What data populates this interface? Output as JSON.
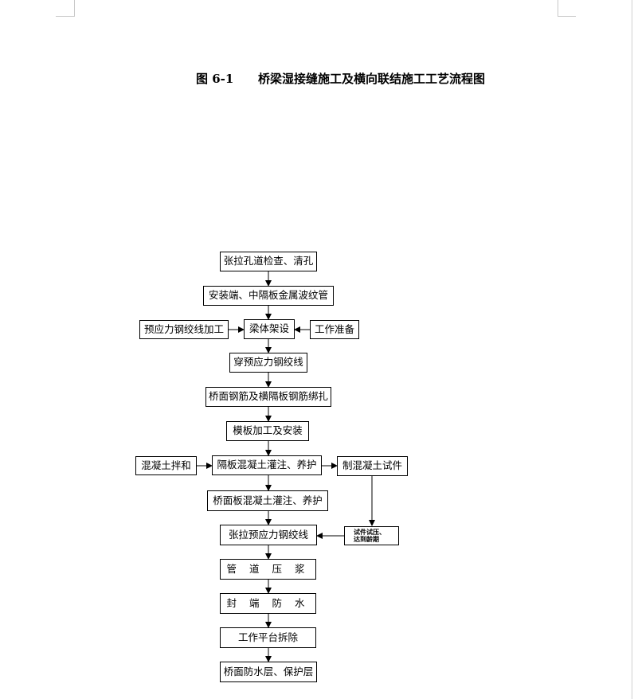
{
  "title": {
    "figure_no": "图 6-1",
    "text": "桥梁湿接缝施工及横向联结施工工艺流程图"
  },
  "steps": [
    "张拉孔道检查、清孔",
    "安装端、中隔板金属波纹管",
    "梁体架设",
    "穿预应力钢绞线",
    "桥面钢筋及横隔板钢筋绑扎",
    "模板加工及安装",
    "隔板混凝土灌注、养护",
    "桥面板混凝土灌注、养护",
    "张拉预应力钢绞线",
    "管 道 压 浆",
    "封 端 防 水",
    "工作平台拆除",
    "桥面防水层、保护层"
  ],
  "side_boxes": {
    "prestress_processing": "预应力钢绞线加工",
    "work_prep": "工作准备",
    "concrete_mixing": "混凝土拌和",
    "make_specimen": "制混凝土试件",
    "specimen_test_line1": "试件试压、",
    "specimen_test_line2": "达到龄期"
  }
}
